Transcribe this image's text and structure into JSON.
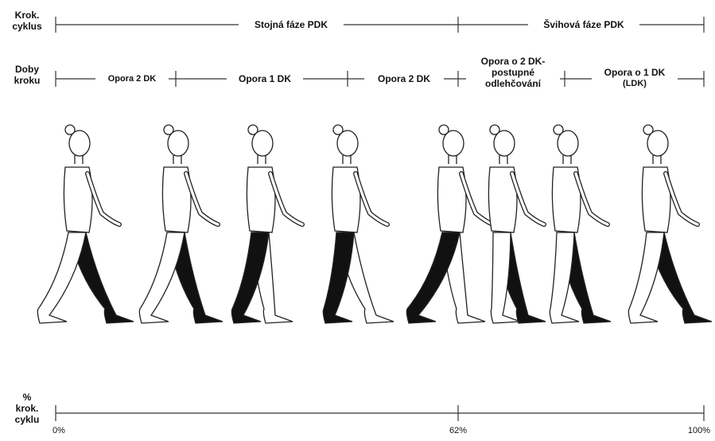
{
  "row_gait_cycle": {
    "label_line1": "Krok.",
    "label_line2": "cyklus",
    "phases": [
      "Stojná fáze PDK",
      "Švihová fáze PDK"
    ]
  },
  "row_step_times": {
    "label_line1": "Doby",
    "label_line2": "kroku",
    "segments": [
      "Opora 2 DK",
      "Opora 1 DK",
      "Opora 2 DK",
      "Opora o 2 DK-",
      "postupné",
      "odlehčování",
      "Opora o 1 DK",
      "(LDK)"
    ]
  },
  "row_percent": {
    "label_line1": "%",
    "label_line2": "krok.",
    "label_line3": "cyklu",
    "ticks": [
      "0%",
      "62%",
      "100%"
    ]
  },
  "colors": {
    "line": "#333333",
    "outline": "#222222",
    "body_fill": "#ffffff",
    "leg_fill": "#111111"
  }
}
